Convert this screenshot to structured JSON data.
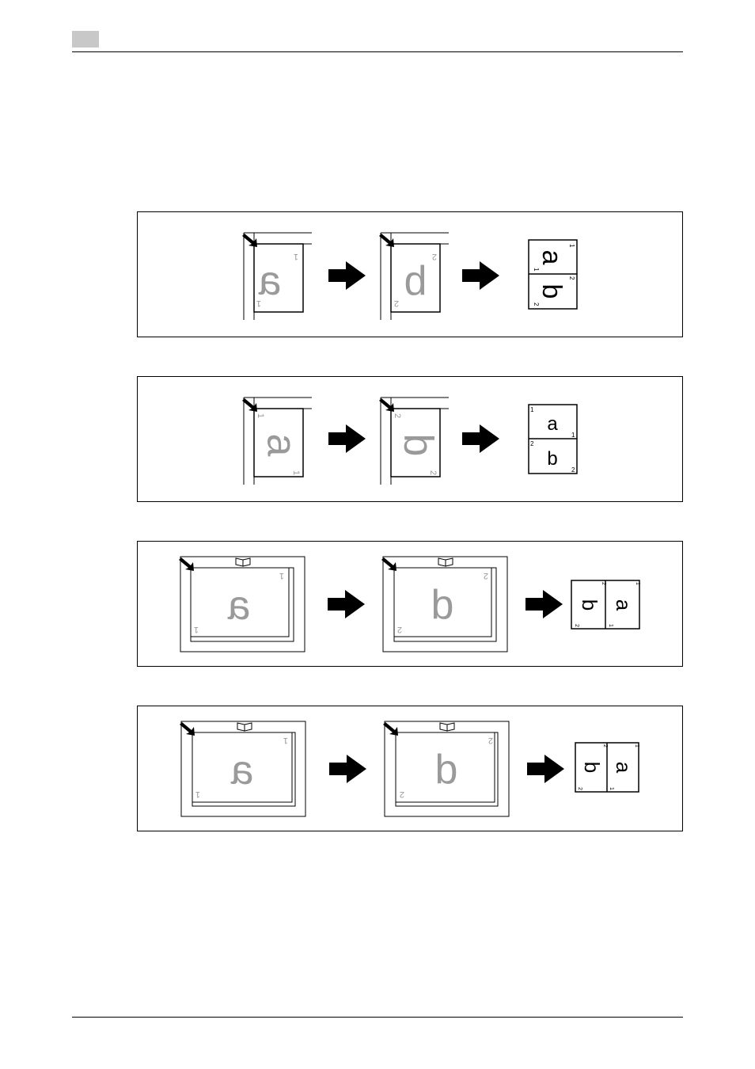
{
  "panels": [
    {
      "name": "portrait-left-binding",
      "scans": [
        {
          "letter": "a",
          "number": "1"
        },
        {
          "letter": "b",
          "number": "2"
        }
      ],
      "result": {
        "top_letter": "a",
        "bottom_letter": "b",
        "numbers": [
          "1",
          "1",
          "2",
          "2"
        ]
      }
    },
    {
      "name": "portrait-top-binding",
      "scans": [
        {
          "letter": "a",
          "number": "1"
        },
        {
          "letter": "b",
          "number": "2"
        }
      ],
      "result": {
        "top_letter": "a",
        "bottom_letter": "b",
        "numbers": [
          "1",
          "1",
          "2",
          "2"
        ]
      }
    },
    {
      "name": "book-scan-small",
      "scans": [
        {
          "letter": "a",
          "number": "1"
        },
        {
          "letter": "b",
          "number": "2"
        }
      ],
      "result": {
        "left_letter": "b",
        "right_letter": "a",
        "numbers": [
          "2",
          "2",
          "1",
          "1"
        ]
      }
    },
    {
      "name": "book-scan-large",
      "scans": [
        {
          "letter": "a",
          "number": "1"
        },
        {
          "letter": "b",
          "number": "2"
        }
      ],
      "result": {
        "left_letter": "b",
        "right_letter": "a",
        "numbers": [
          "2",
          "2",
          "1",
          "1"
        ]
      }
    }
  ],
  "icons": {
    "corner_marker": "corner-arrow-icon",
    "direction": "right-arrow-icon",
    "book": "open-book-icon"
  }
}
